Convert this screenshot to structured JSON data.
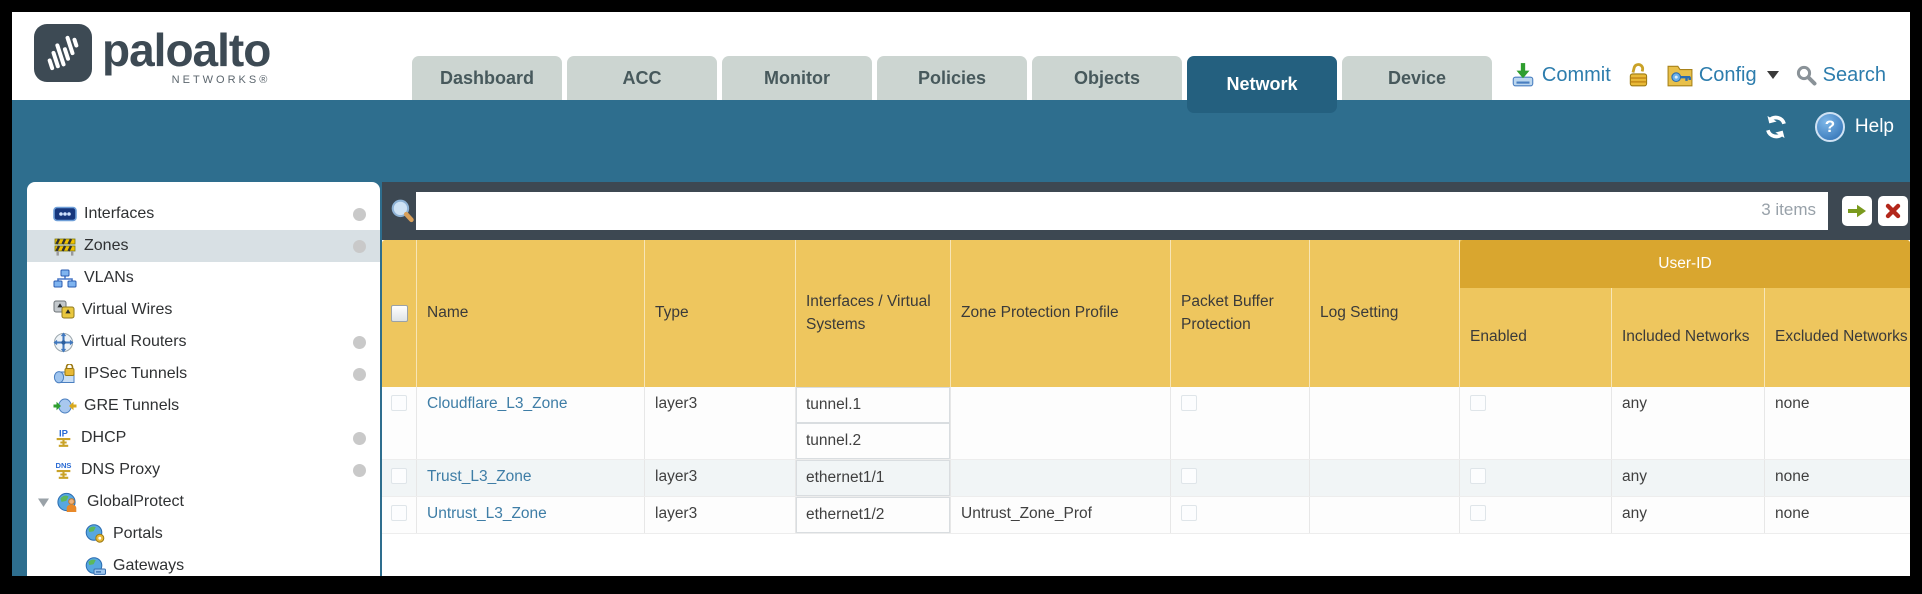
{
  "brand": {
    "word": "paloalto",
    "tag": "NETWORKS®"
  },
  "tabs": [
    {
      "label": "Dashboard",
      "active": false
    },
    {
      "label": "ACC",
      "active": false
    },
    {
      "label": "Monitor",
      "active": false
    },
    {
      "label": "Policies",
      "active": false
    },
    {
      "label": "Objects",
      "active": false
    },
    {
      "label": "Network",
      "active": true
    },
    {
      "label": "Device",
      "active": false
    }
  ],
  "header_actions": {
    "commit": "Commit",
    "config": "Config",
    "search": "Search"
  },
  "band": {
    "help": "Help"
  },
  "sidebar": {
    "items": [
      {
        "label": "Interfaces",
        "dot": true
      },
      {
        "label": "Zones",
        "dot": true,
        "selected": true
      },
      {
        "label": "VLANs",
        "dot": false
      },
      {
        "label": "Virtual Wires",
        "dot": false
      },
      {
        "label": "Virtual Routers",
        "dot": true
      },
      {
        "label": "IPSec Tunnels",
        "dot": true
      },
      {
        "label": "GRE Tunnels",
        "dot": false
      },
      {
        "label": "DHCP",
        "dot": true
      },
      {
        "label": "DNS Proxy",
        "dot": true
      },
      {
        "label": "GlobalProtect",
        "dot": false,
        "expanded": true
      },
      {
        "label": "Portals",
        "dot": false,
        "child": true
      },
      {
        "label": "Gateways",
        "dot": false,
        "child": true
      }
    ]
  },
  "toolbar": {
    "count": "3 items"
  },
  "table": {
    "group_header": "User-ID",
    "columns": [
      "Name",
      "Type",
      "Interfaces / Virtual Systems",
      "Zone Protection Profile",
      "Packet Buffer Protection",
      "Log Setting",
      "Enabled",
      "Included Networks",
      "Excluded Networks"
    ],
    "rows": [
      {
        "name": "Cloudflare_L3_Zone",
        "type": "layer3",
        "interfaces": [
          "tunnel.1",
          "tunnel.2"
        ],
        "zone_protection_profile": "",
        "log_setting": "",
        "included_networks": "any",
        "excluded_networks": "none"
      },
      {
        "name": "Trust_L3_Zone",
        "type": "layer3",
        "interfaces": [
          "ethernet1/1"
        ],
        "zone_protection_profile": "",
        "log_setting": "",
        "included_networks": "any",
        "excluded_networks": "none"
      },
      {
        "name": "Untrust_L3_Zone",
        "type": "layer3",
        "interfaces": [
          "ethernet1/2"
        ],
        "zone_protection_profile": "Untrust_Zone_Prof",
        "log_setting": "",
        "included_networks": "any",
        "excluded_networks": "none"
      }
    ]
  },
  "colors": {
    "teal_band": "#2e6e8e",
    "active_tab": "#24607f",
    "header_amber": "#eec65e",
    "user_id_band": "#d9a62f",
    "search_strip": "#3d4852",
    "link_blue": "#3e7da6",
    "action_blue": "#2d7dad"
  }
}
